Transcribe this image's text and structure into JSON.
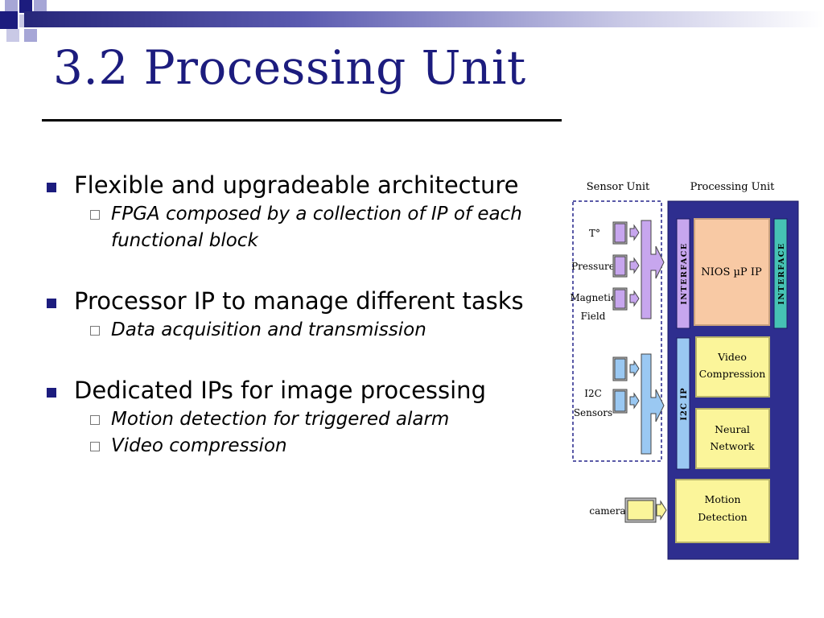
{
  "title": "3.2 Processing Unit",
  "bullets": [
    {
      "text": "Flexible and upgradeable architecture",
      "subs": [
        "FPGA composed by a collection of IP of each functional block"
      ]
    },
    {
      "text": "Processor IP to manage different tasks",
      "subs": [
        "Data acquisition and transmission"
      ]
    },
    {
      "text": "Dedicated IPs for image processing",
      "subs": [
        "Motion detection for triggered alarm",
        "Video compression"
      ]
    }
  ],
  "diagram": {
    "sensor_unit_label": "Sensor Unit",
    "processing_unit_label": "Processing Unit",
    "sensor_labels": {
      "temperature": "T°",
      "pressure": "Pressure",
      "magnetic_line1": "Magnetic",
      "magnetic_line2": "Field",
      "i2c_line1": "I2C",
      "i2c_line2": "Sensors",
      "camera": "camera"
    },
    "interface_left": "INTERFACE",
    "interface_right": "INTERFACE",
    "i2c_ip": "I2C IP",
    "nios": "NIOS µP IP",
    "video_line1": "Video",
    "video_line2": "Compression",
    "neural_line1": "Neural",
    "neural_line2": "Network",
    "motion_line1": "Motion",
    "motion_line2": "Detection",
    "colors": {
      "processing_bg": "#2e2e8f",
      "interface_fill": "#c7a6ee",
      "nios_fill": "#f8c9a4",
      "interface_right_fill": "#46c2b4",
      "i2c_fill": "#9ac8f2",
      "ip_fill": "#fbf59a"
    }
  }
}
